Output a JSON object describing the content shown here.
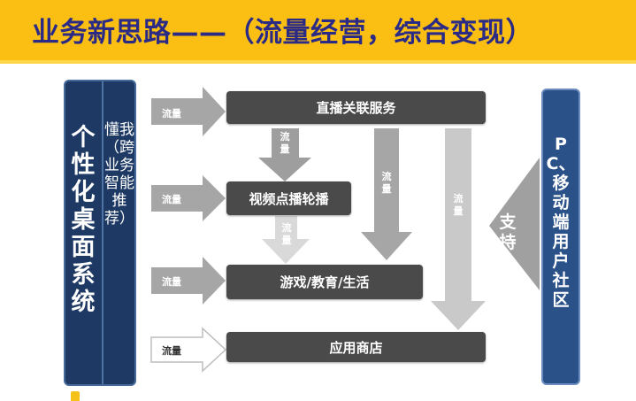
{
  "header": {
    "title": "业务新思路——（流量经营，综合变现）"
  },
  "left_panel": {
    "main_text": "个性化桌面系统",
    "sub_text": "懂我（跨业务智能推荐）"
  },
  "right_panel": {
    "text": "PC、移动端用户社区"
  },
  "support_label": "支持",
  "boxes": {
    "live": "直播关联服务",
    "vod": "视频点播轮播",
    "games": "游戏/教育/生活",
    "store": "应用商店"
  },
  "flow_label": "流量",
  "colors": {
    "header_bg": "#fbbf14",
    "title_text": "#2b2b86",
    "left_panel": "#1e3a64",
    "right_panel": "#2a5188",
    "box": "#4a4a4a",
    "arrow": "#9e9e9e"
  }
}
